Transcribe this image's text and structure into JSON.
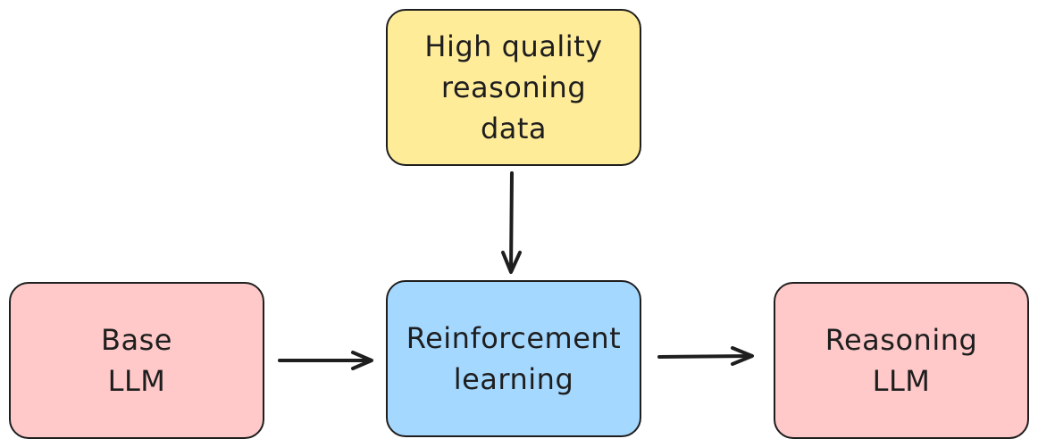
{
  "diagram": {
    "nodes": [
      {
        "id": "data",
        "text": "High quality\nreasoning\ndata",
        "fill": "#ffec99"
      },
      {
        "id": "base",
        "text": "Base\nLLM",
        "fill": "#ffc9c9"
      },
      {
        "id": "rl",
        "text": "Reinforcement\nlearning",
        "fill": "#a5d8ff"
      },
      {
        "id": "reasoning",
        "text": "Reasoning\nLLM",
        "fill": "#ffc9c9"
      }
    ],
    "edges": [
      {
        "from": "data",
        "to": "rl"
      },
      {
        "from": "base",
        "to": "rl"
      },
      {
        "from": "rl",
        "to": "reasoning"
      }
    ],
    "stroke_color": "#1e1e1e"
  }
}
